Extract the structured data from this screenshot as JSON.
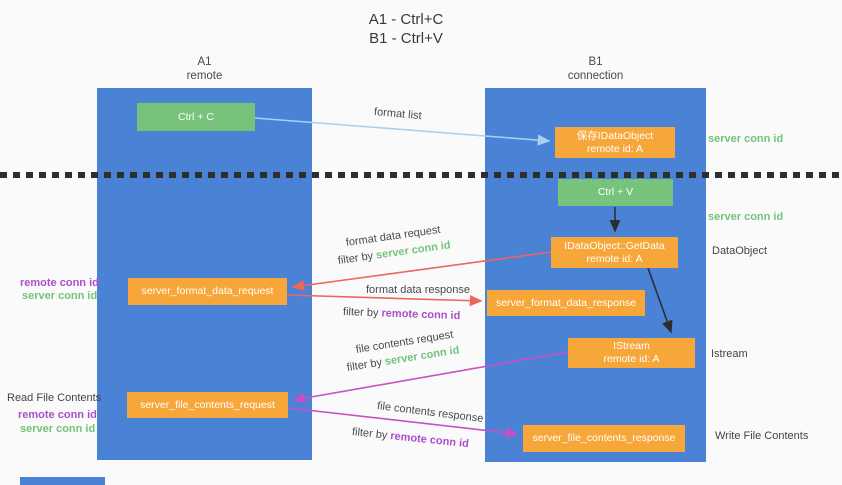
{
  "title": {
    "line1": "A1 - Ctrl+C",
    "line2": "B1 - Ctrl+V"
  },
  "lanes": {
    "a": {
      "title": "A1",
      "subtitle": "remote"
    },
    "b": {
      "title": "B1",
      "subtitle": "connection"
    }
  },
  "nodes": {
    "ctrl_c": "Ctrl + C",
    "ctrl_v": "Ctrl + V",
    "save_idataobject": {
      "line1": "保存IDataObject",
      "line2": "remote id: A"
    },
    "getdata": {
      "line1": "IDataObject::GetData",
      "line2": "remote id: A"
    },
    "format_data_request": "server_format_data_request",
    "format_data_response": "server_format_data_response",
    "istream": {
      "line1": "IStream",
      "line2": "remote id: A"
    },
    "file_contents_request": "server_file_contents_request",
    "file_contents_response": "server_file_contents_response"
  },
  "labels": {
    "format_list": "format list",
    "format_data_request": "format data request",
    "format_data_response": "format data response",
    "file_contents_request": "file contents request",
    "file_contents_response": "file contents response",
    "filter_by": "filter by ",
    "server_conn_id": "server conn id",
    "remote_conn_id": "remote conn id",
    "read_file_contents": "Read File Contents",
    "write_file_contents": "Write File Contents",
    "dataobject": "DataObject",
    "istream": "Istream"
  },
  "colors": {
    "background": "#fafafa",
    "lane_blue": "#4a82d6",
    "node_green": "#77c37c",
    "node_orange": "#f7a63a",
    "arrow_light_blue": "#a6d2ef",
    "arrow_red": "#ed665c",
    "arrow_magenta": "#c94fc6",
    "arrow_black": "#2e2e2e",
    "label_green": "#74c37a",
    "label_purple": "#ab4ecb",
    "text_dark": "#444444"
  }
}
